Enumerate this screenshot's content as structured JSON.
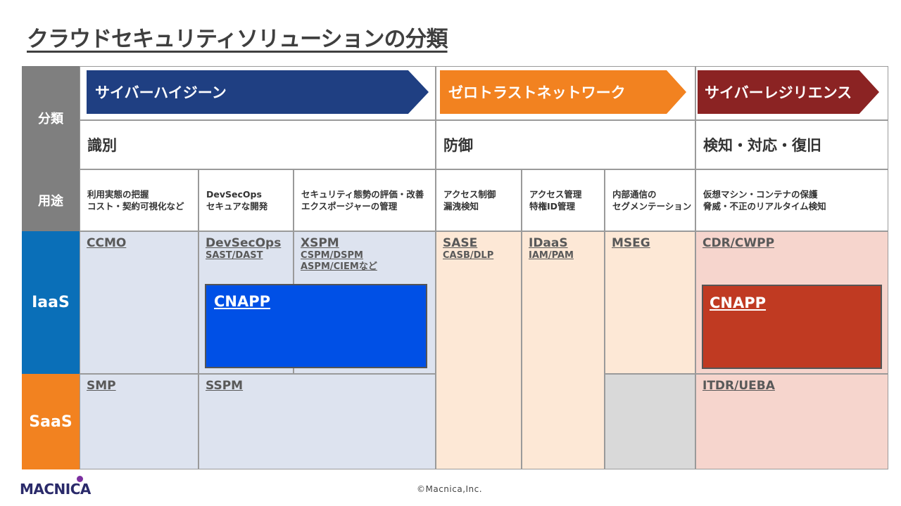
{
  "title": "クラウドセキュリティソリューションの分類",
  "row_labels": {
    "classification": "分類",
    "usage": "用途",
    "iaas": "IaaS",
    "saas": "SaaS"
  },
  "frameworks": [
    {
      "label": "サイバーハイジーン",
      "color": "#1f3f82"
    },
    {
      "label": "ゼロトラストネットワーク",
      "color": "#f28220"
    },
    {
      "label": "サイバーレジリエンス",
      "color": "#8b2323"
    }
  ],
  "categories": [
    "識別",
    "防御",
    "検知・対応・復旧"
  ],
  "usages": [
    "利用実態の把握\nコスト・契約可視化など",
    "DevSecOps\nセキュアな開発",
    "セキュリティ態勢の評価・改善\nエクスポージャーの管理",
    "アクセス制御\n漏洩検知",
    "アクセス管理\n特権ID管理",
    "内部通信の\nセグメンテーション",
    "仮想マシン・コンテナの保護\n脅威・不正のリアルタイム検知"
  ],
  "iaas_tools": [
    {
      "name": "CCMO",
      "sub": ""
    },
    {
      "name": "DevSecOps",
      "sub": "SAST/DAST"
    },
    {
      "name": "XSPM",
      "sub": "CSPM/DSPM\nASPM/CIEMなど"
    },
    {
      "name": "SASE",
      "sub": "CASB/DLP"
    },
    {
      "name": "IDaaS",
      "sub": "IAM/PAM"
    },
    {
      "name": "MSEG",
      "sub": ""
    },
    {
      "name": "CDR/CWPP",
      "sub": ""
    }
  ],
  "saas_tools": [
    {
      "name": "SMP"
    },
    {
      "name": "SSPM"
    },
    {
      "name": "ITDR/UEBA"
    }
  ],
  "cnapp": {
    "label": "CNAPP",
    "blue": "#0050e6",
    "red": "#c03a22"
  },
  "colors": {
    "gray_header": "#7f7f7f",
    "iaas": "#0a6fb8",
    "saas": "#f28220",
    "hygiene_fill": "#dde3ef",
    "zerotrust_fill": "#fde8d6",
    "resilience_fill": "#f6d5cd",
    "gap_fill": "#d9d9d9"
  },
  "footer": {
    "logo": "MACNICA",
    "copyright": "©Macnica,Inc."
  }
}
